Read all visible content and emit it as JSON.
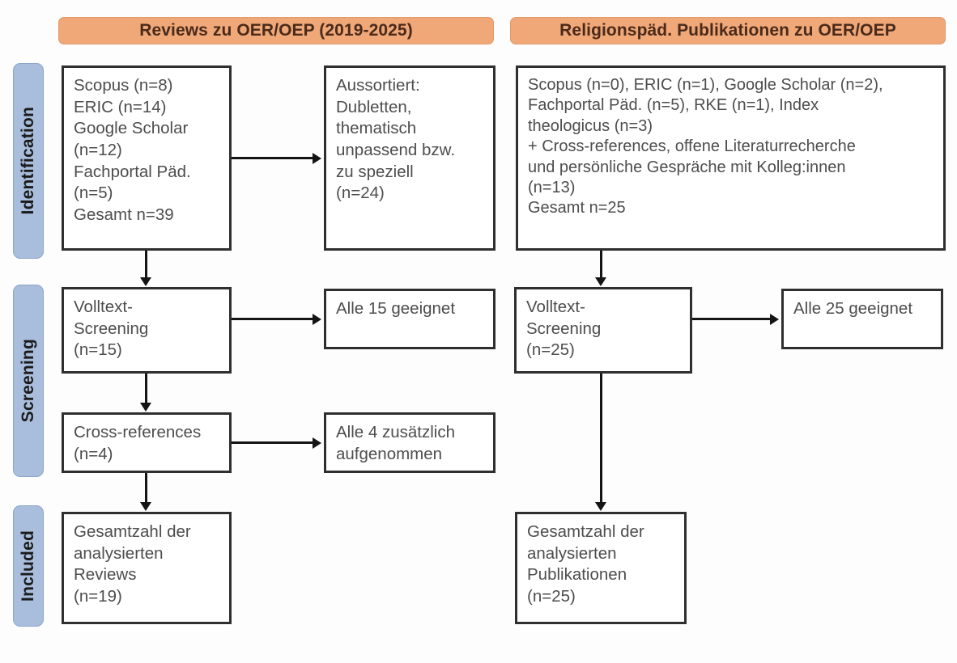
{
  "figure": {
    "type": "prisma-flow-diagram",
    "title_left": "Reviews zu OER/OEP (2019-2025)",
    "title_right": "Religionspäd. Publikationen zu OER/OEP"
  },
  "phases": [
    {
      "label": "Identification"
    },
    {
      "label": "Screening"
    },
    {
      "label": "Included"
    }
  ],
  "columns": {
    "left": {
      "banner": "Reviews zu OER/OEP (2019-2025)",
      "boxes": {
        "sources": "Scopus (n=8)\nERIC (n=14)\nGoogle Scholar\n(n=12)\nFachportal Päd.\n(n=5)\nGesamt n=39",
        "excluded": "Aussortiert:\nDubletten,\nthematisch\nunpassend bzw.\nzu speziell\n(n=24)",
        "fulltext": "Volltext-\nScreening\n(n=15)",
        "fulltext_result": "Alle 15 geeignet",
        "crossrefs": "Cross-references\n(n=4)",
        "crossrefs_result": "Alle 4 zusätzlich\naufgenommen",
        "included": "Gesamtzahl der\nanalysierten\nReviews\n(n=19)"
      }
    },
    "right": {
      "banner": "Religionspäd. Publikationen zu OER/OEP",
      "boxes": {
        "sources": "Scopus (n=0), ERIC (n=1), Google Scholar (n=2),\nFachportal Päd. (n=5), RKE (n=1), Index\ntheologicus (n=3)\n+ Cross-references, offene Literaturrecherche\nund persönliche Gespräche mit Kolleg:innen\n(n=13)\nGesamt n=25",
        "fulltext": "Volltext-\nScreening\n(n=25)",
        "fulltext_result": "Alle 25 geeignet",
        "included": "Gesamtzahl der\nanalysierten\nPublikationen\n(n=25)"
      }
    }
  },
  "counts": {
    "left_scopus": 8,
    "left_eric": 14,
    "left_google_scholar": 12,
    "left_fachportal": 5,
    "left_total_identified": 39,
    "left_excluded": 24,
    "left_fulltext_screened": 15,
    "left_fulltext_eligible": 15,
    "left_crossrefs": 4,
    "left_crossrefs_added": 4,
    "left_included": 19,
    "right_scopus": 0,
    "right_eric": 1,
    "right_google_scholar": 2,
    "right_fachportal": 5,
    "right_rke": 1,
    "right_index_theologicus": 3,
    "right_additional": 13,
    "right_total_identified": 25,
    "right_fulltext_screened": 25,
    "right_fulltext_eligible": 25,
    "right_included": 25
  },
  "colors": {
    "banner_fill": "#f0a878",
    "banner_text": "#4a2a1a",
    "phase_fill": "#a9bedd",
    "box_border": "#2f2f2f",
    "box_text": "#4d4d4d",
    "connector": "#141414"
  }
}
